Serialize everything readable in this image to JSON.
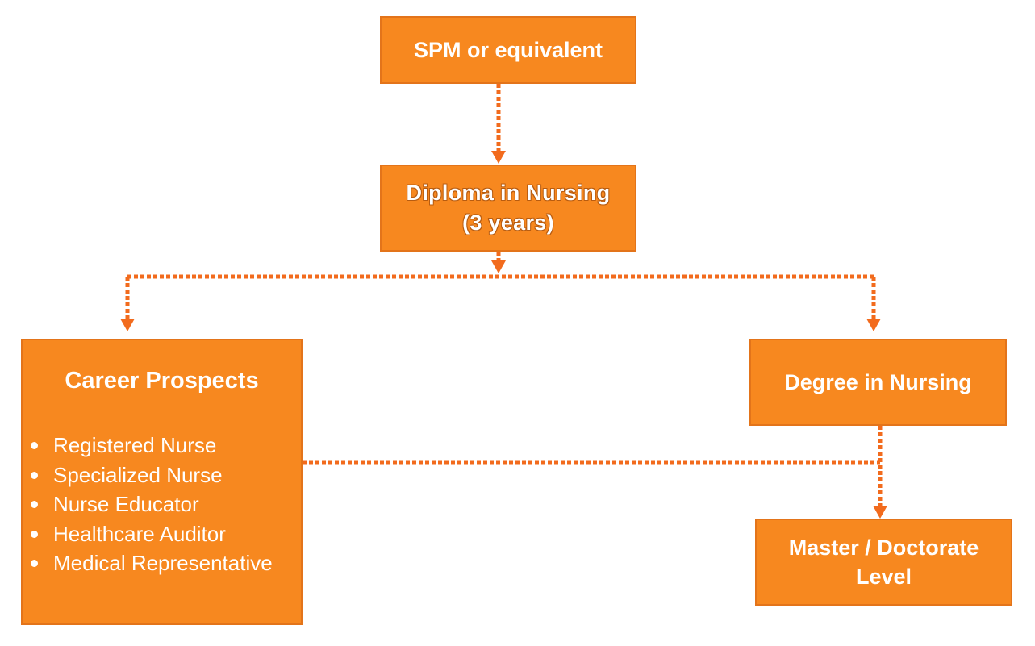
{
  "nodes": {
    "spm": {
      "label": "SPM or equivalent"
    },
    "diploma": {
      "line1": "Diploma in Nursing",
      "line2": "(3 years)"
    },
    "career": {
      "title": "Career Prospects",
      "items": [
        "Registered Nurse",
        "Specialized Nurse",
        "Nurse Educator",
        "Healthcare Auditor",
        "Medical Representative"
      ]
    },
    "degree": {
      "label": "Degree in Nursing"
    },
    "master": {
      "line1": "Master / Doctorate",
      "line2": "Level"
    }
  },
  "edges": [
    {
      "from": "SPM or equivalent",
      "to": "Diploma in Nursing (3 years)",
      "style": "dotted-arrow"
    },
    {
      "from": "Diploma in Nursing (3 years)",
      "to": "Career Prospects",
      "style": "dotted-arrow"
    },
    {
      "from": "Diploma in Nursing (3 years)",
      "to": "Degree in Nursing",
      "style": "dotted-arrow"
    },
    {
      "from": "Degree in Nursing",
      "to": "Master / Doctorate Level",
      "style": "dotted-arrow"
    },
    {
      "from": "Career Prospects",
      "to": "Degree in Nursing / Master path",
      "style": "dotted-line"
    }
  ],
  "colors": {
    "box_fill": "#f7881f",
    "box_border": "#e3741a",
    "connector": "#f26b1d",
    "text": "#ffffff"
  }
}
